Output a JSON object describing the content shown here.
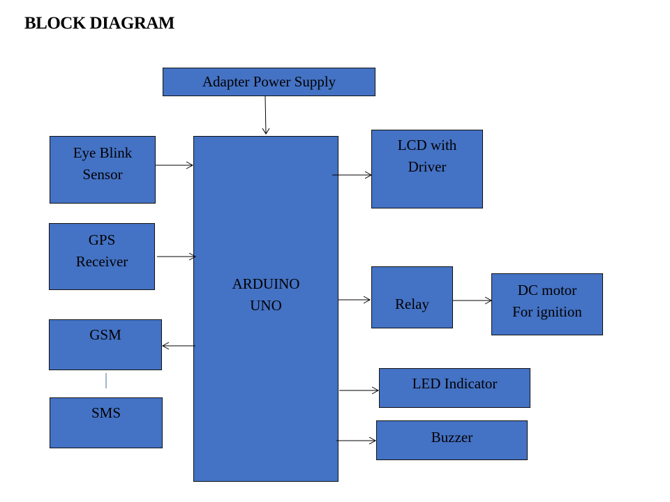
{
  "title": "BLOCK DIAGRAM",
  "colors": {
    "block_fill": "#4472C4",
    "stroke": "#000000"
  },
  "blocks": {
    "adapter": {
      "lines": [
        "Adapter Power Supply"
      ]
    },
    "eye_blink": {
      "lines": [
        "Eye Blink",
        "Sensor"
      ]
    },
    "gps": {
      "lines": [
        "GPS",
        "Receiver"
      ]
    },
    "gsm": {
      "lines": [
        "GSM"
      ]
    },
    "sms": {
      "lines": [
        "SMS"
      ]
    },
    "arduino": {
      "lines": [
        "ARDUINO",
        "UNO"
      ]
    },
    "lcd": {
      "lines": [
        "LCD with",
        "Driver"
      ]
    },
    "relay": {
      "lines": [
        "Relay"
      ]
    },
    "dc_motor": {
      "lines": [
        "DC motor",
        "For ignition"
      ]
    },
    "led": {
      "lines": [
        "LED Indicator"
      ]
    },
    "buzzer": {
      "lines": [
        "Buzzer"
      ]
    }
  },
  "connections": [
    {
      "from": "Adapter Power Supply",
      "to": "ARDUINO UNO",
      "type": "arrow"
    },
    {
      "from": "Eye Blink Sensor",
      "to": "ARDUINO UNO",
      "type": "arrow"
    },
    {
      "from": "GPS Receiver",
      "to": "ARDUINO UNO",
      "type": "arrow"
    },
    {
      "from": "ARDUINO UNO",
      "to": "GSM",
      "type": "arrow"
    },
    {
      "from": "GSM",
      "to": "SMS",
      "type": "line"
    },
    {
      "from": "ARDUINO UNO",
      "to": "LCD with Driver",
      "type": "arrow"
    },
    {
      "from": "ARDUINO UNO",
      "to": "Relay",
      "type": "arrow"
    },
    {
      "from": "Relay",
      "to": "DC motor For ignition",
      "type": "arrow"
    },
    {
      "from": "ARDUINO UNO",
      "to": "LED Indicator",
      "type": "arrow"
    },
    {
      "from": "ARDUINO UNO",
      "to": "Buzzer",
      "type": "arrow"
    }
  ]
}
